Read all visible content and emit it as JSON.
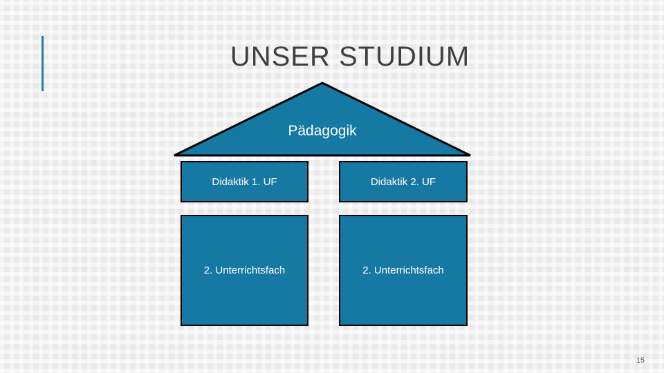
{
  "slide": {
    "title": "UNSER STUDIUM",
    "page_number": "15",
    "accent_color": "#1a7ea8",
    "box_color": "#1679a4",
    "diagram": {
      "roof_label": "Pädagogik",
      "boxes": [
        {
          "label": "Didaktik 1. UF"
        },
        {
          "label": "Didaktik 2. UF"
        },
        {
          "label": "2. Unterrichtsfach"
        },
        {
          "label": "2. Unterrichtsfach"
        }
      ]
    }
  }
}
